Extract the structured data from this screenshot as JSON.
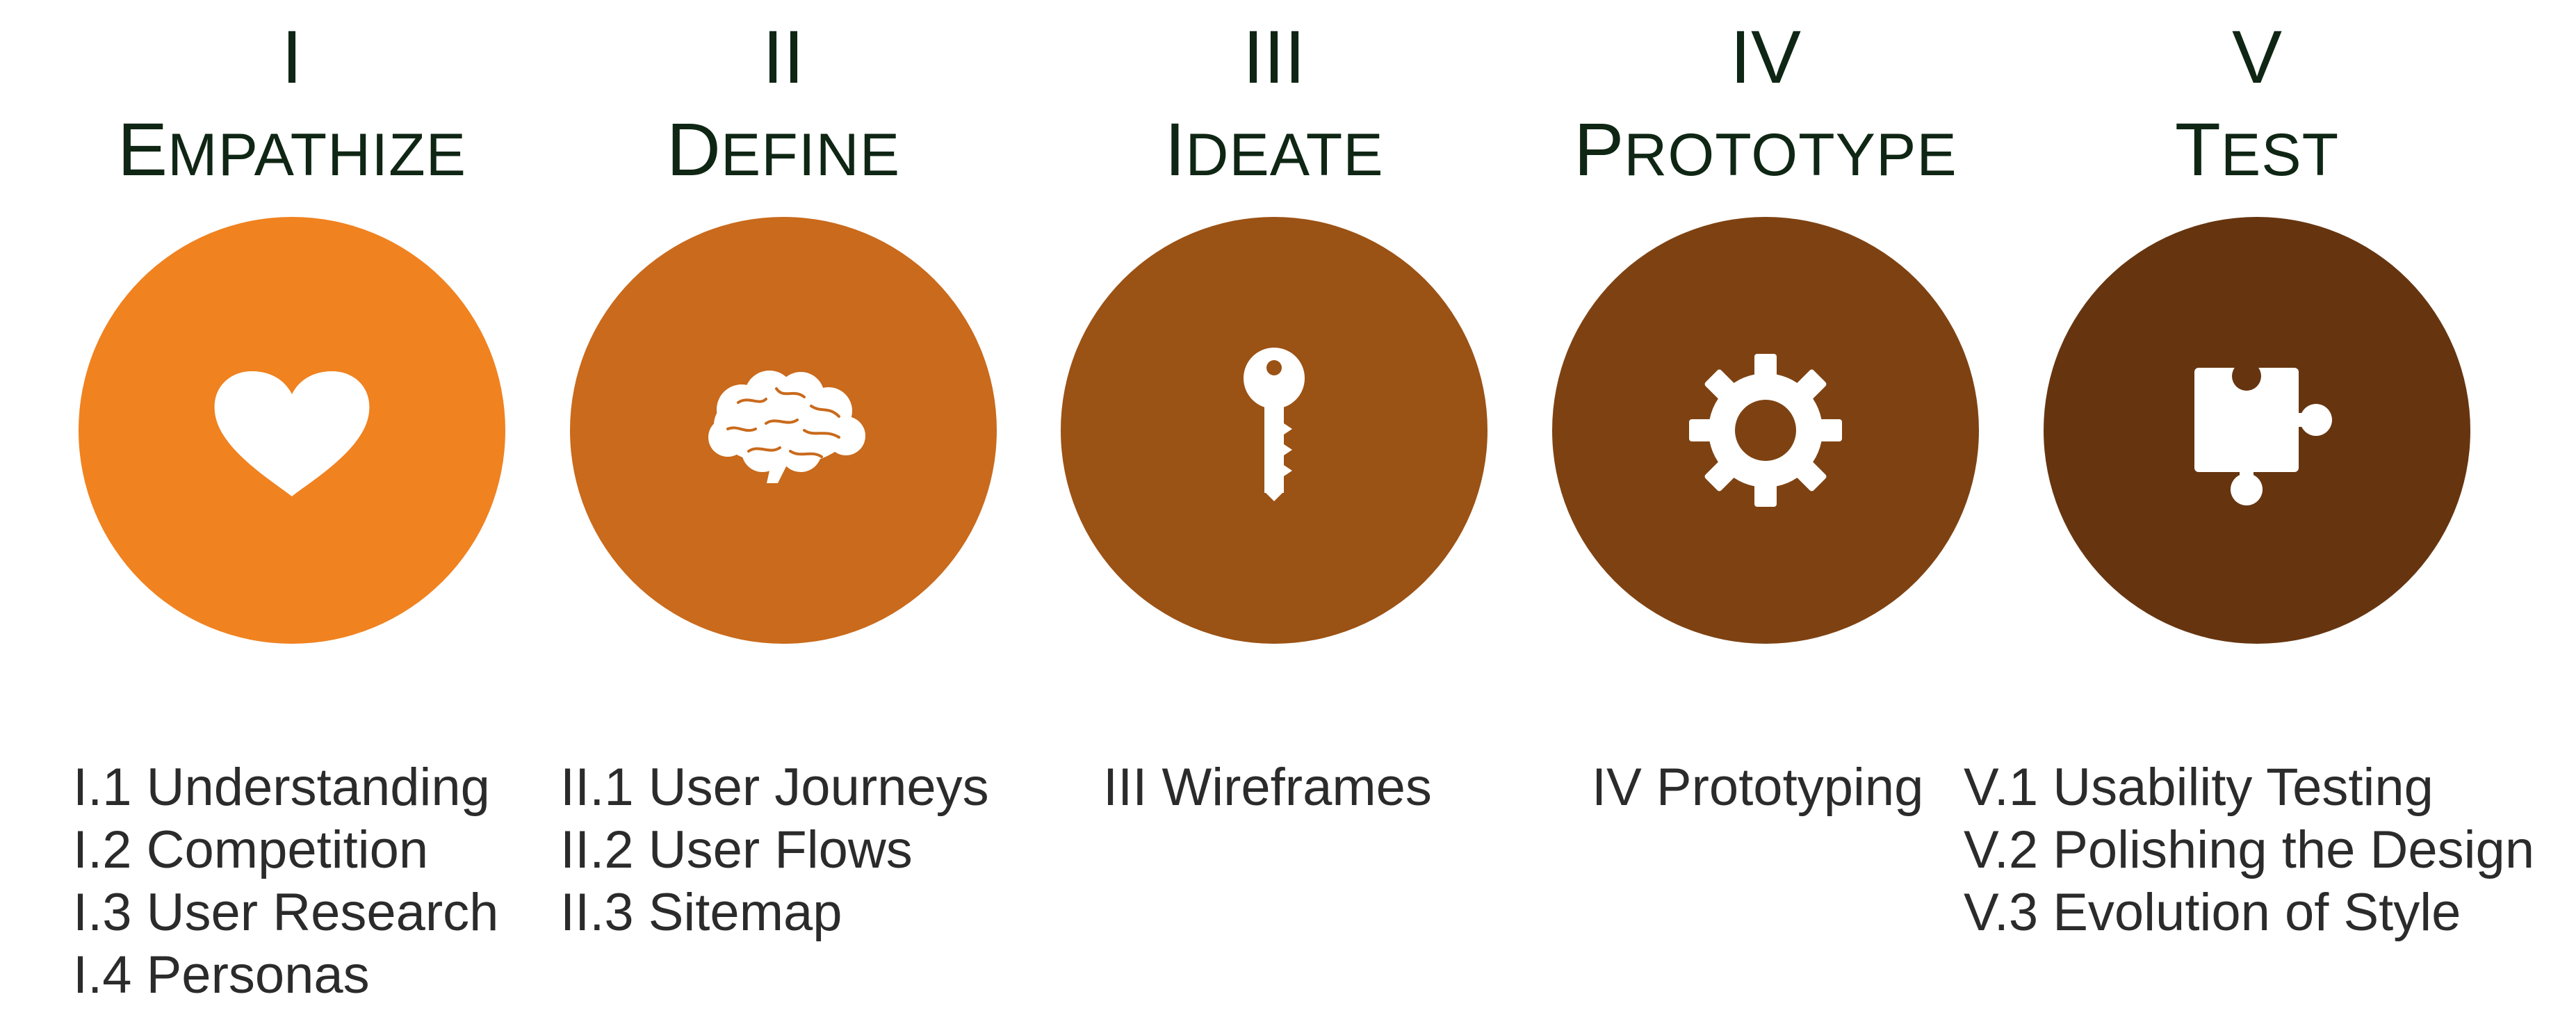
{
  "phases": [
    {
      "numeral": "I",
      "initial": "E",
      "rest": "MPATHIZE",
      "icon": "heart-icon",
      "color": "#f08220",
      "items": [
        "I.1 Understanding",
        "I.2 Competition",
        "I.3 User Research",
        "I.4 Personas"
      ]
    },
    {
      "numeral": "II",
      "initial": "D",
      "rest": "EFINE",
      "icon": "brain-icon",
      "color": "#c96a1c",
      "items": [
        "II.1 User Journeys",
        "II.2 User Flows",
        "II.3 Sitemap"
      ]
    },
    {
      "numeral": "III",
      "initial": "I",
      "rest": "DEATE",
      "icon": "key-icon",
      "color": "#9b5215",
      "items": [
        "III Wireframes"
      ]
    },
    {
      "numeral": "IV",
      "initial": "P",
      "rest": "ROTOTYPE",
      "icon": "gear-icon",
      "color": "#7e4212",
      "items": [
        "IV Prototyping"
      ]
    },
    {
      "numeral": "V",
      "initial": "T",
      "rest": "EST",
      "icon": "puzzle-piece-icon",
      "color": "#663510",
      "items": [
        "V.1 Usability Testing",
        "V.2 Polishing the Design",
        "V.3 Evolution of Style"
      ]
    }
  ]
}
